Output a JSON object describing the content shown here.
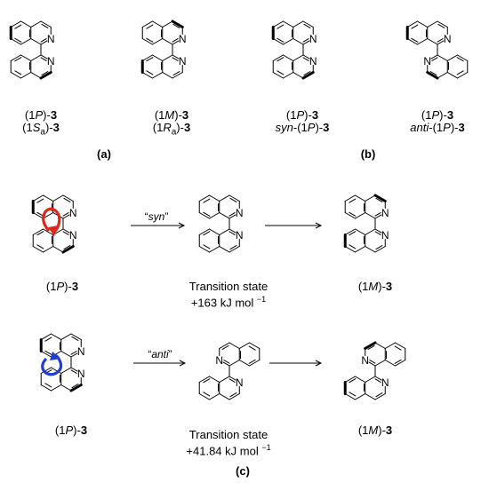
{
  "labels": {
    "a1_line1": "(1P)-3",
    "a1_line2": "(1Sa)-3",
    "a2_line1": "(1M)-3",
    "a2_line2": "(1Ra)-3",
    "b1_line1": "(1P)-3",
    "b1_line2": "syn-(1P)-3",
    "b2_line1": "(1P)-3",
    "b2_line2": "anti-(1P)-3",
    "c_syn_start": "(1P)-3",
    "c_syn_end": "(1M)-3",
    "c_anti_start": "(1P)-3",
    "c_anti_end": "(1M)-3"
  },
  "panels": {
    "a": "(a)",
    "b": "(b)",
    "c": "(c)"
  },
  "arrows": {
    "syn": "“syn”",
    "anti": "“anti”"
  },
  "transition_states": {
    "syn": {
      "title": "Transition state",
      "energy": "+163 kJ mol",
      "exp": "−1"
    },
    "anti": {
      "title": "Transition state",
      "energy": "+41.84 kJ mol",
      "exp": "−1"
    }
  },
  "atom_label": "N",
  "colors": {
    "rotation_syn": "#e0261b",
    "rotation_anti": "#1f3fd0"
  }
}
